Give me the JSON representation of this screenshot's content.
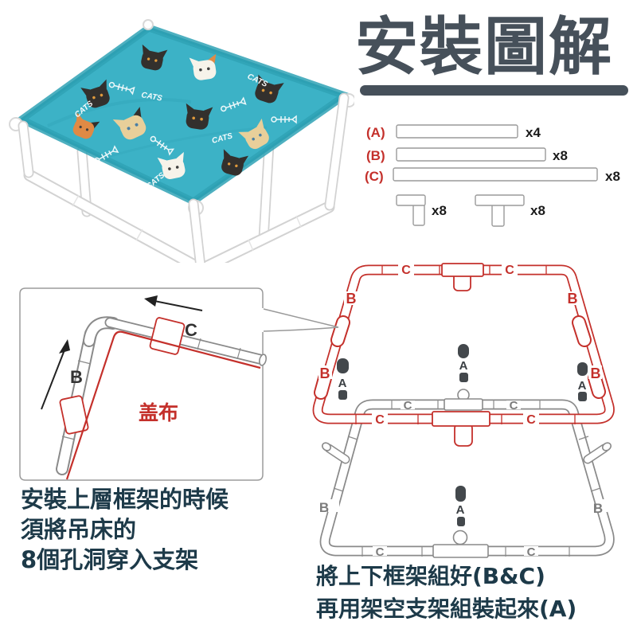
{
  "title": {
    "text": "安裝圖解"
  },
  "photo": {
    "pattern_text": "CATS"
  },
  "parts_list": {
    "items": [
      {
        "label": "(A)",
        "count": "x4"
      },
      {
        "label": "(B)",
        "count": "x8"
      },
      {
        "label": "(C)",
        "count": "x8"
      }
    ],
    "connectors": [
      {
        "type": "corner-tee",
        "count": "x8"
      },
      {
        "type": "center-tee",
        "count": "x8"
      }
    ]
  },
  "inset": {
    "b": "B",
    "c": "C",
    "cover": "盖布"
  },
  "diagram": {
    "upper": {
      "c_top": [
        "C",
        "C"
      ],
      "c_bottom": [
        "C",
        "C"
      ],
      "b": [
        "B",
        "B",
        "B",
        "B"
      ]
    },
    "lower": {
      "c_top": [
        "C",
        "C"
      ],
      "c_bottom": [
        "C",
        "C"
      ],
      "b": [
        "B",
        "B"
      ]
    },
    "a": [
      "A",
      "A",
      "A",
      "A"
    ]
  },
  "notes": {
    "left": [
      "安裝上層框架的時候",
      "須將吊床的",
      "8個孔洞穿入支架"
    ],
    "right": [
      "將上下框架組好(B&C)",
      "再用架空支架組裝起來(A)"
    ]
  },
  "colors": {
    "accent_red": "#c4302b",
    "pipe_gray": "#8a8a8a",
    "title": "#46505a",
    "note_text": "#1d3a49",
    "fabric_teal": "#3cb2c6"
  }
}
